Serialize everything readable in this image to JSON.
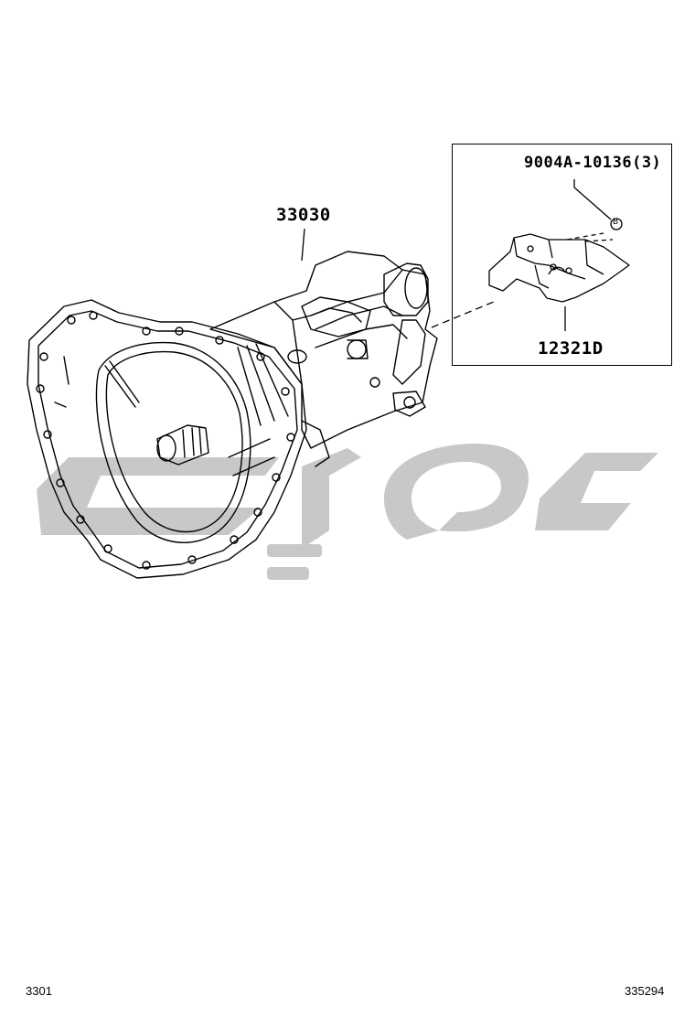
{
  "diagram": {
    "callouts": {
      "transmission": "33030",
      "bolt": "9004A-10136(3)",
      "guard": "12321D"
    },
    "reference_mark": "B",
    "footer": {
      "left_code": "3301",
      "right_code": "335294"
    },
    "watermark_color": "#c8c8c8",
    "line_color": "#000000"
  }
}
